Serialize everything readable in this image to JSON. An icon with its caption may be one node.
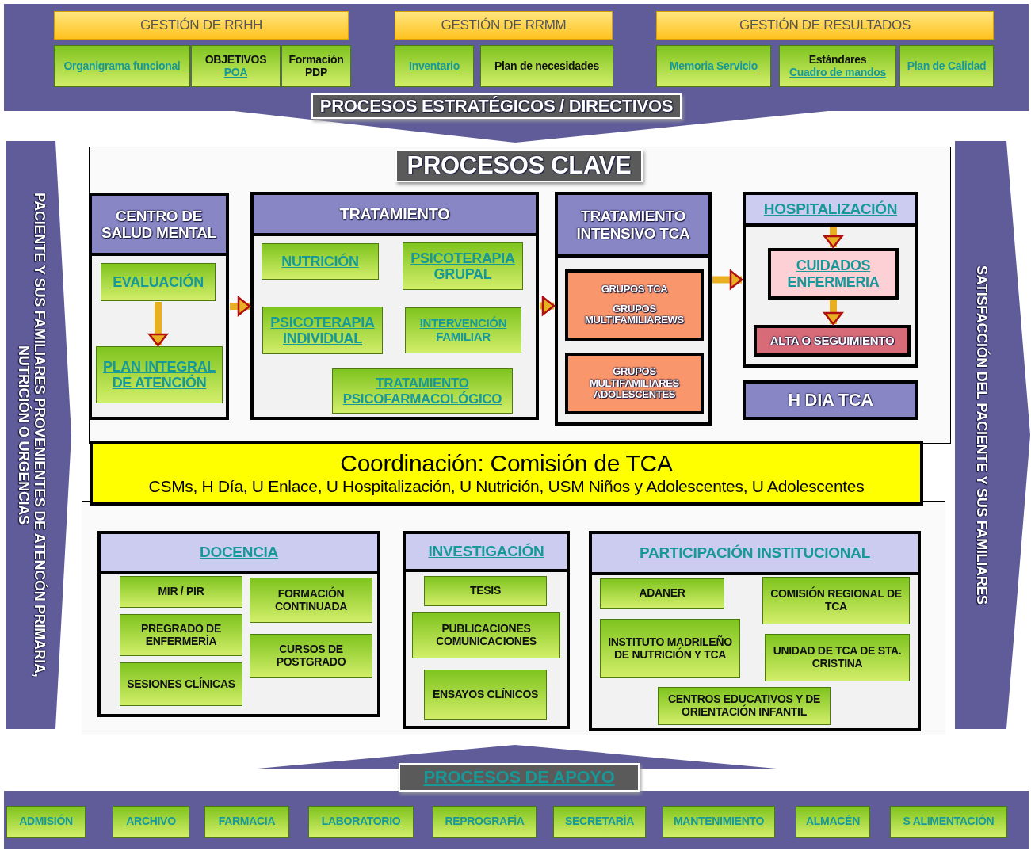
{
  "diagram": {
    "nodes": [
      {
        "text": [
          "PROCESOS ESTRATÉGICOS / DIRECTIVOS"
        ]
      },
      {
        "text": [
          "GESTIÓN DE RRHH"
        ],
        "in": 0
      },
      {
        "text": [
          "Organigrama funcional"
        ],
        "in": 0
      },
      {
        "text": [
          "OBJETIVOS",
          "POA"
        ],
        "in": 0
      },
      {
        "text": [
          "Formación PDP"
        ],
        "in": 0
      },
      {
        "text": [
          "GESTIÓN DE RRMM"
        ],
        "in": 0
      },
      {
        "text": [
          "Inventario"
        ],
        "in": 0
      },
      {
        "text": [
          "Plan de necesidades"
        ],
        "in": 0
      },
      {
        "text": [
          "GESTIÓN DE RESULTADOS"
        ],
        "in": 0
      },
      {
        "text": [
          "Memoria Servicio"
        ],
        "in": 0
      },
      {
        "text": [
          "Estándares",
          "Cuadro de mandos"
        ],
        "in": 0
      },
      {
        "text": [
          "Plan de Calidad"
        ],
        "in": 0
      },
      {
        "text": [
          "PACIENTE Y SUS FAMILIARES PROVENIENTES DE ATENCÓN PRIMARIA, NUTRICIÓN O URGENCIAS"
        ]
      },
      {
        "text": [
          "SATISFACCIÓN DEL PACIENTE Y SUS FAMILIARES"
        ]
      },
      {
        "text": [
          "PROCESOS CLAVE"
        ]
      },
      {
        "text": [
          "CENTRO DE SALUD MENTAL"
        ],
        "in": 14
      },
      {
        "text": [
          "EVALUACIÓN"
        ],
        "in": 15
      },
      {
        "text": [
          "PLAN INTEGRAL DE ATENCIÓN"
        ],
        "in": 15
      },
      {
        "text": [
          "TRATAMIENTO"
        ],
        "in": 14
      },
      {
        "text": [
          "NUTRICIÓN"
        ],
        "in": 18
      },
      {
        "text": [
          "PSICOTERAPIA GRUPAL"
        ],
        "in": 18
      },
      {
        "text": [
          "PSICOTERAPIA INDIVIDUAL"
        ],
        "in": 18
      },
      {
        "text": [
          "INTERVENCIÓN FAMILIAR"
        ],
        "in": 18
      },
      {
        "text": [
          "TRATAMIENTO PSICOFARMACOLÓGICO"
        ],
        "in": 18
      },
      {
        "text": [
          "TRATAMIENTO INTENSIVO TCA"
        ],
        "in": 14
      },
      {
        "text": [
          "GRUPOS TCA",
          "GRUPOS MULTIFAMILIAREWS"
        ],
        "in": 24
      },
      {
        "text": [
          "GRUPOS MULTIFAMILIARES ADOLESCENTES"
        ],
        "in": 24
      },
      {
        "text": [
          "HOSPITALIZACIÓN"
        ],
        "in": 14
      },
      {
        "text": [
          "CUIDADOS ENFERMERIA"
        ],
        "in": 27
      },
      {
        "text": [
          "ALTA O SEGUIMIENTO"
        ],
        "in": 27
      },
      {
        "text": [
          "H DIA TCA"
        ],
        "in": 14
      },
      {
        "text": [
          "Coordinación: Comisión de TCA",
          "CSMs, H Día, U Enlace, U Hospitalización, U Nutrición, USM Niños y Adolescentes, U Adolescentes"
        ]
      },
      {
        "text": [
          "DOCENCIA"
        ]
      },
      {
        "text": [
          "MIR / PIR"
        ],
        "in": 32
      },
      {
        "text": [
          "FORMACIÓN CONTINUADA"
        ],
        "in": 32
      },
      {
        "text": [
          "PREGRADO DE ENFERMERÍA"
        ],
        "in": 32
      },
      {
        "text": [
          "CURSOS DE POSTGRADO"
        ],
        "in": 32
      },
      {
        "text": [
          "SESIONES CLÍNICAS"
        ],
        "in": 32
      },
      {
        "text": [
          "INVESTIGACIÓN"
        ]
      },
      {
        "text": [
          "TESIS"
        ],
        "in": 38
      },
      {
        "text": [
          "PUBLICACIONES COMUNICACIONES"
        ],
        "in": 38
      },
      {
        "text": [
          "ENSAYOS CLÍNICOS"
        ],
        "in": 38
      },
      {
        "text": [
          "PARTICIPACIÓN INSTITUCIONAL"
        ]
      },
      {
        "text": [
          "ADANER"
        ],
        "in": 42
      },
      {
        "text": [
          "COMISIÓN REGIONAL DE TCA"
        ],
        "in": 42
      },
      {
        "text": [
          "INSTITUTO MADRILEÑO DE NUTRICIÓN Y TCA"
        ],
        "in": 42
      },
      {
        "text": [
          "UNIDAD DE TCA DE STA. CRISTINA"
        ],
        "in": 42
      },
      {
        "text": [
          "CENTROS EDUCATIVOS Y DE ORIENTACIÓN INFANTIL"
        ],
        "in": 42
      },
      {
        "text": [
          "PROCESOS DE APOYO"
        ]
      },
      {
        "text": [
          "ADMISIÓN"
        ],
        "in": 48
      },
      {
        "text": [
          "ARCHIVO"
        ],
        "in": 48
      },
      {
        "text": [
          "FARMACIA"
        ],
        "in": 48
      },
      {
        "text": [
          "LABORATORIO"
        ],
        "in": 48
      },
      {
        "text": [
          "REPROGRAFÍA"
        ],
        "in": 48
      },
      {
        "text": [
          "SECRETARÍA"
        ],
        "in": 48
      },
      {
        "text": [
          "MANTENIMIENTO"
        ],
        "in": 48
      },
      {
        "text": [
          "ALMACÉN"
        ],
        "in": 48
      },
      {
        "text": [
          "S ALIMENTACIÓN"
        ],
        "in": 48
      }
    ],
    "edges": [
      {
        "from": 16,
        "to": 17,
        "arrow": "to"
      },
      {
        "from": 15,
        "to": 18,
        "arrow": "to"
      },
      {
        "from": 18,
        "to": 24,
        "arrow": "to"
      },
      {
        "from": 24,
        "to": 27,
        "arrow": "to"
      },
      {
        "from": null,
        "to": 28,
        "arrow": "to"
      },
      {
        "from": 28,
        "to": 29,
        "arrow": "to"
      }
    ]
  }
}
